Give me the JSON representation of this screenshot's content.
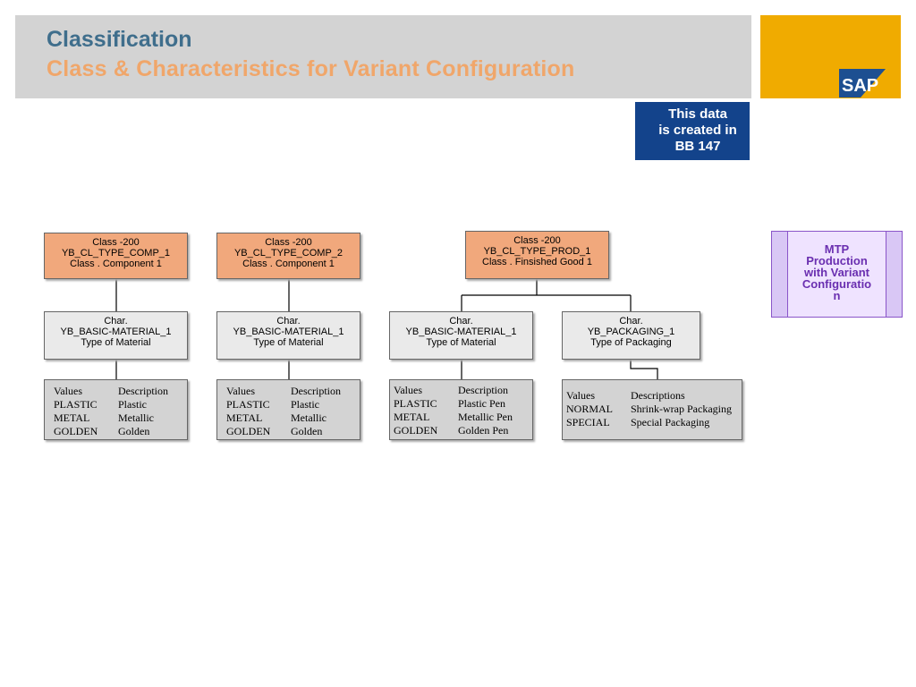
{
  "header": {
    "title": "Classification",
    "subtitle": "Class & Characteristics for Variant Configuration",
    "logo_text": "SAP"
  },
  "colors": {
    "title": "#3f6e8c",
    "subtitle": "#f0a66a",
    "logo_bg": "#f0ab00",
    "logo_mark": "#1d4f91",
    "class_box": "#f1a87c",
    "char_box": "#eaeaea",
    "values_box": "#d3d3d3",
    "note_box": "#13438b",
    "scenario_box": "#d9c7f5"
  },
  "note": {
    "lines": [
      "This data",
      "is created in",
      "BB 147"
    ]
  },
  "scenario": {
    "lines": [
      "MTP",
      "Production",
      "with Variant",
      "Configuratio",
      "n"
    ]
  },
  "trees": [
    {
      "class": {
        "lines": [
          "Class -200",
          "YB_CL_TYPE_COMP_1",
          "Class . Component 1"
        ]
      },
      "chars": [
        {
          "lines": [
            "Char.",
            "YB_BASIC-MATERIAL_1",
            "Type of Material"
          ],
          "values": {
            "header": [
              "Values",
              "Description"
            ],
            "rows": [
              [
                "PLASTIC",
                "Plastic"
              ],
              [
                "METAL",
                "Metallic"
              ],
              [
                "GOLDEN",
                "Golden"
              ]
            ]
          }
        }
      ]
    },
    {
      "class": {
        "lines": [
          "Class -200",
          "YB_CL_TYPE_COMP_2",
          "Class . Component 1"
        ]
      },
      "chars": [
        {
          "lines": [
            "Char.",
            "YB_BASIC-MATERIAL_1",
            "Type of Material"
          ],
          "values": {
            "header": [
              "Values",
              "Description"
            ],
            "rows": [
              [
                "PLASTIC",
                "Plastic"
              ],
              [
                "METAL",
                "Metallic"
              ],
              [
                "GOLDEN",
                "Golden"
              ]
            ]
          }
        }
      ]
    },
    {
      "class": {
        "lines": [
          "Class -200",
          "YB_CL_TYPE_PROD_1",
          "Class . Finsished Good 1"
        ]
      },
      "chars": [
        {
          "lines": [
            "Char.",
            "YB_BASIC-MATERIAL_1",
            "Type of Material"
          ],
          "values": {
            "header": [
              "Values",
              "Description"
            ],
            "rows": [
              [
                "PLASTIC",
                "Plastic Pen"
              ],
              [
                "METAL",
                "Metallic Pen"
              ],
              [
                "GOLDEN",
                "Golden Pen"
              ]
            ]
          }
        },
        {
          "lines": [
            "Char.",
            "YB_PACKAGING_1",
            "Type of Packaging"
          ],
          "values": {
            "header": [
              "Values",
              "Descriptions"
            ],
            "rows": [
              [
                "NORMAL",
                "Shrink-wrap Packaging"
              ],
              [
                "SPECIAL",
                "Special Packaging"
              ]
            ]
          }
        }
      ]
    }
  ]
}
